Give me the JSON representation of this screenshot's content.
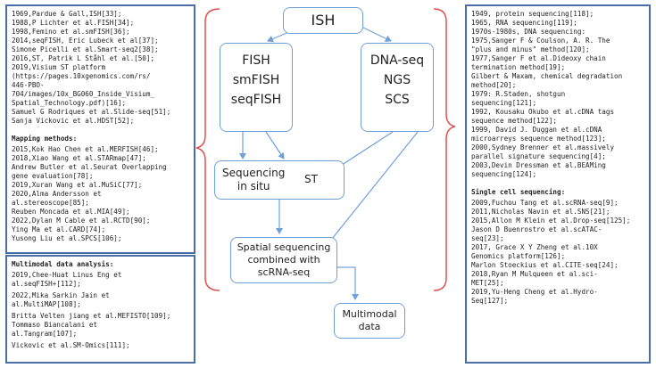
{
  "left_panel_1": {
    "lines": [
      "1969,Pardue & Gall,ISH[33];",
      "1988,P Lichter et al.FISH[34];",
      "1998,Femino et al.smFISH[36];",
      "2014,seqFISH, Eric Lubeck et al[37];",
      "Simone Picelli et al.Smart-seq2[38];",
      "2016,ST, Patrik L Ståhl et al.[50];",
      "2019,Visium ST platform",
      "(https://pages.10xgenomics.com/rs/",
      "446-PBO-",
      "704/images/10x_BG060_Inside_Visium_",
      "Spatial_Technology.pdf)[16];",
      "Samuel G Rodriques et al.Slide-seq[51];",
      "Sanja Vickovic et al.HDST[52];"
    ],
    "mapping_heading": "Mapping methods:",
    "mapping_lines": [
      "2015,Kok Hao Chen et al.MERFISH[46];",
      "2018,Xiao Wang et al.STARmap[47];",
      "Andrew Butler et al.Seurat Overlapping",
      "gene evaluation[78];",
      "2019,Xuran Wang et al.MuSiC[77];",
      "2020,Alma Andersson et",
      "al.stereoscope[85];",
      "Reuben Moncada et al.MIA[49];",
      "2022,Dylan M Cable et al.RCTD[90];",
      "Ying Ma et al.CARD[74];",
      "Yusong Liu et al.SPCS[106];"
    ]
  },
  "left_panel_2": {
    "heading": "Multimodal data analysis:",
    "lines": [
      "2019,Chee-Huat Linus Eng et",
      "al.seqFISH+[112];",
      "2022,Mika Sarkin Jain et",
      "al.MultiMAP[108];",
      "Britta Velten jiang et al.MEFISTO[109];",
      "Tommaso Biancalani et",
      "al.Tangram[107];",
      "Vickovic et al.SM-Omics[111];"
    ]
  },
  "right_panel": {
    "lines": [
      "1949, protein sequencing[118];",
      "1965, RNA sequencing[119];",
      "1970s-1980s, DNA sequencing:",
      "1975,Sanger F & Coulson, A. R. The",
      "\"plus and minus\" method[120];",
      "1977,Sanger F et al.Dideoxy chain",
      "termination method[19];",
      "Gilbert & Maxam, chemical degradation",
      "method[20];",
      "1979: R.Staden, shotgun",
      "sequencing[121];",
      "1992, Kousaku Okubo et al.cDNA tags",
      "sequence method[122];",
      "1999, David J. Duggan et al.cDNA",
      "microarreys sequence method[123];",
      "2000,Sydney Brenner et al.massively",
      "parallel signature sequencing[4];",
      "2003,Devin Dressman et al.BEAMing",
      "sequencing[124];"
    ],
    "single_cell_heading": "Single cell sequencing:",
    "single_cell_lines": [
      "2009,Fuchou Tang et al.scRNA-seq[9];",
      "2011,Nicholas Navin et al.SNS[21];",
      "2015,Allon M Klein et al.Drop-seq[125];",
      "Jason D Buenrostro et al.scATAC-",
      "seq[23];",
      "2017, Grace X Y Zheng et al.10X",
      "Genomics platform[126];",
      "Marlon Stoeckius et al.CITE-seq[24];",
      "2018,Ryan M Mulqueen et al.sci-",
      "MET[25];",
      "2019,Yu-Heng Cheng et al.Hydro-",
      "Seq[127];"
    ]
  },
  "diagram": {
    "ish": "ISH",
    "fish_group": [
      "FISH",
      "smFISH",
      "seqFISH"
    ],
    "dna_group": [
      "DNA-seq",
      "NGS",
      "SCS"
    ],
    "sequencing_in_situ": [
      "Sequencing",
      "in situ"
    ],
    "st": "ST",
    "spatial_combined": [
      "Spatial sequencing",
      "combined with",
      "scRNA-seq"
    ],
    "multimodal": [
      "Multimodal",
      "data"
    ]
  },
  "colors": {
    "panel_border": "#4a6fa5",
    "node_border": "#6fa0d8",
    "arrow": "#6fa0d8",
    "brace": "#e05050"
  }
}
